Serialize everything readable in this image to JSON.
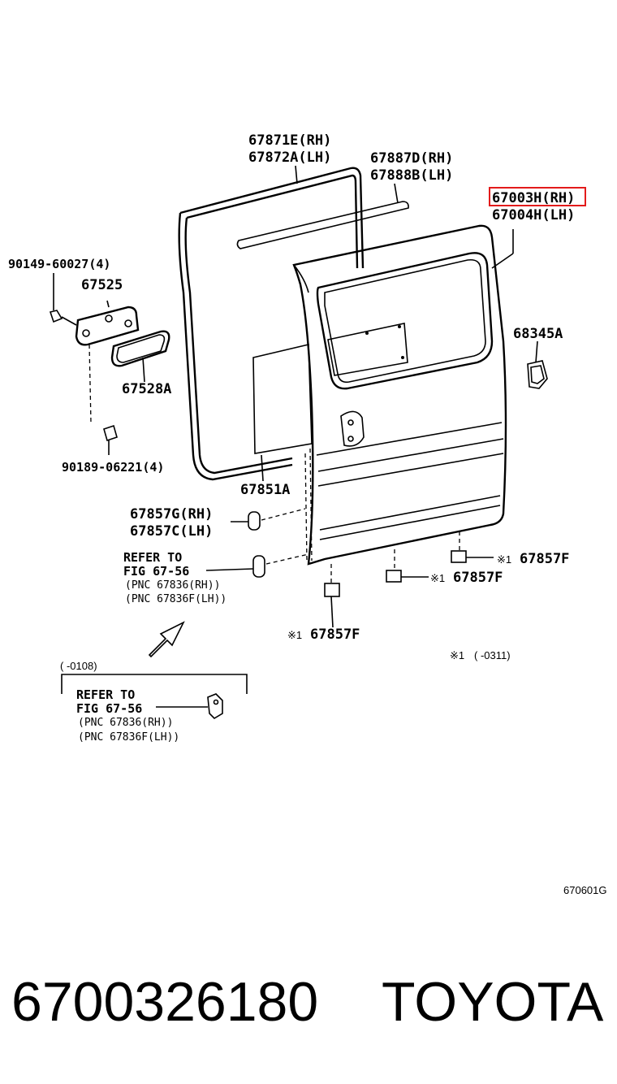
{
  "labels": {
    "weatherstrip_rh": "67871E(RH)",
    "weatherstrip_lh": "67872A(LH)",
    "belt_rh": "67887D(RH)",
    "belt_lh": "67888B(LH)",
    "panel_rh": "67003H(RH)",
    "panel_lh": "67004H(LH)",
    "bolt": "90149-60027(4)",
    "handle_base": "67525",
    "handle_pad": "67528A",
    "clip": "90189-06221(4)",
    "board": "67851A",
    "stop_rh": "67857G(RH)",
    "stop_lh": "67857C(LH)",
    "refer1_line1": "REFER TO",
    "refer1_line2": "FIG 67-56",
    "refer1_pnc_rh": "(PNC 67836(RH))",
    "refer1_pnc_lh": "(PNC 67836F(LH))",
    "guard_right": "67857F",
    "guard_mid": "67857F",
    "guard_bottom": "67857F",
    "cap": "68345A",
    "note_mark_1": "※1",
    "note_mark_2": "※1",
    "note_mark_3": "※1",
    "footnote_mark": "※1",
    "footnote_text": "(      -0311)",
    "range_text": "(      -0108)",
    "refer2_line1": "REFER TO",
    "refer2_line2": "FIG 67-56",
    "refer2_pnc_rh": "(PNC 67836(RH))",
    "refer2_pnc_lh": "(PNC 67836F(LH))",
    "figure_code": "670601G"
  },
  "footer": {
    "part_number": "6700326180",
    "brand": "TOYOTA"
  },
  "colors": {
    "highlight": "#e31b1b",
    "ink": "#000000"
  }
}
